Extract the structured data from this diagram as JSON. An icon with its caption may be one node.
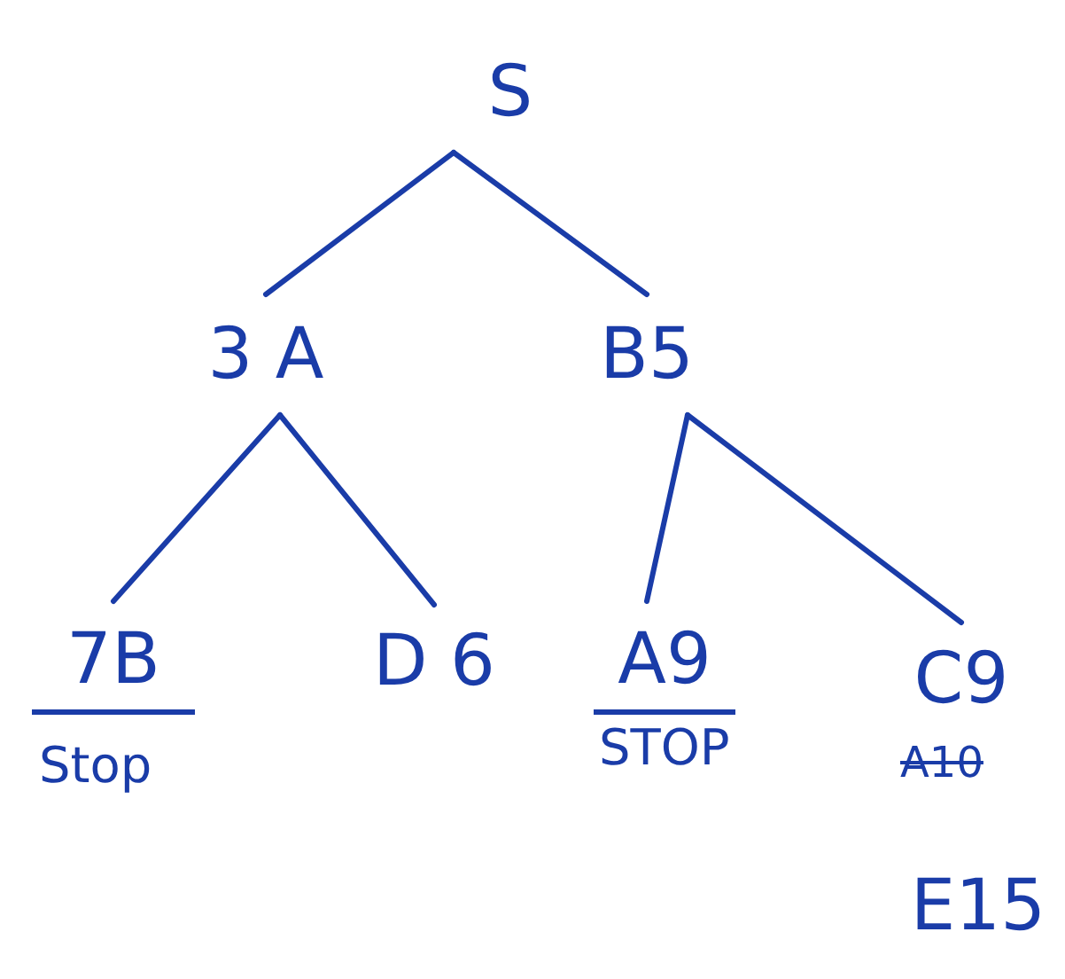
{
  "diagram": {
    "nodes": [
      {
        "text": [
          "S"
        ]
      },
      {
        "text": [
          "3 A"
        ]
      },
      {
        "text": [
          "B5"
        ]
      },
      {
        "text": [
          "7B"
        ],
        "beside": [
          "Stop"
        ]
      },
      {
        "text": [
          "D 6"
        ]
      },
      {
        "text": [
          "A9"
        ],
        "beside": [
          "STOP"
        ]
      },
      {
        "text": [
          "C9"
        ]
      },
      {
        "text": [
          "E15"
        ]
      }
    ],
    "edges": [
      {
        "from": 0,
        "to": 1,
        "arrow": "none"
      },
      {
        "from": 0,
        "to": 2,
        "arrow": "none"
      },
      {
        "from": 1,
        "to": 3,
        "arrow": "none"
      },
      {
        "from": 1,
        "to": 4,
        "arrow": "none"
      },
      {
        "from": 2,
        "to": 5,
        "arrow": "none"
      },
      {
        "from": 2,
        "to": 6,
        "arrow": "none"
      }
    ],
    "labels": [
      "A10"
    ]
  }
}
